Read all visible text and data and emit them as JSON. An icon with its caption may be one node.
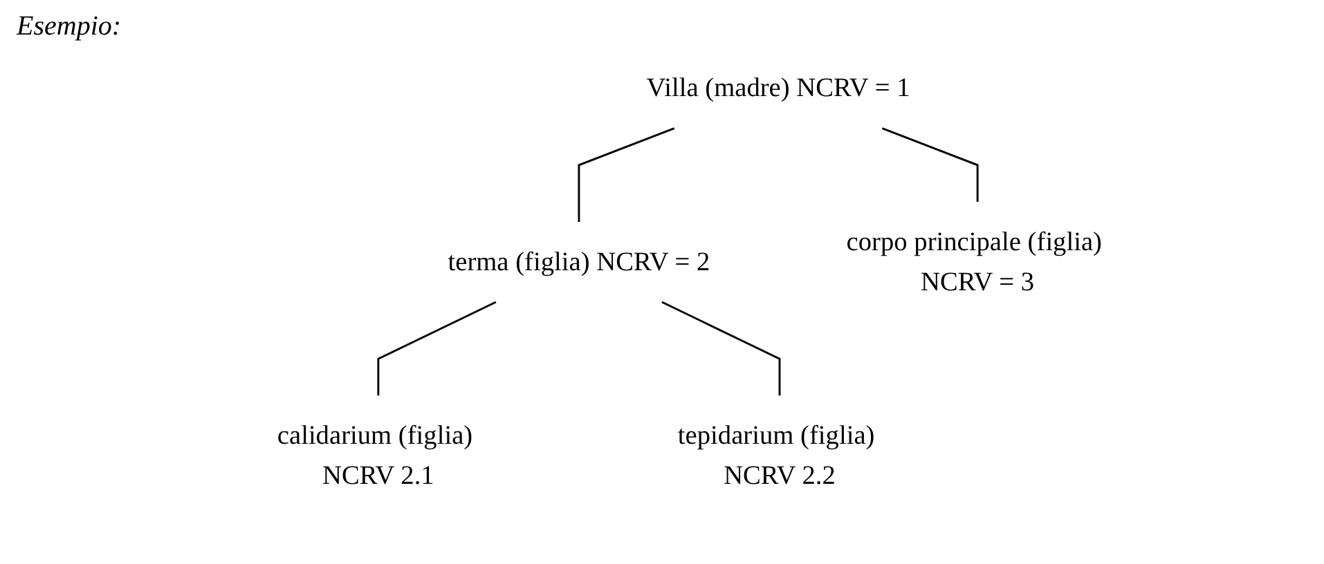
{
  "diagram": {
    "nodes": [
      {
        "text": [
          "Villa (madre) NCRV = 1"
        ]
      },
      {
        "text": [
          "terma (figlia) NCRV = 2"
        ]
      },
      {
        "text": [
          "corpo principale (figlia) NCRV = 3"
        ]
      },
      {
        "text": [
          "calidarium (figlia) NCRV 2.1"
        ]
      },
      {
        "text": [
          "tepidarium (figlia) NCRV 2.2"
        ]
      }
    ],
    "edges": [
      {
        "from": 0,
        "to": 1,
        "arrow": "none"
      },
      {
        "from": 0,
        "to": 2,
        "arrow": "none"
      },
      {
        "from": 1,
        "to": 3,
        "arrow": "none"
      },
      {
        "from": 1,
        "to": 4,
        "arrow": "none"
      }
    ],
    "labels": [
      "Esempio:"
    ]
  }
}
